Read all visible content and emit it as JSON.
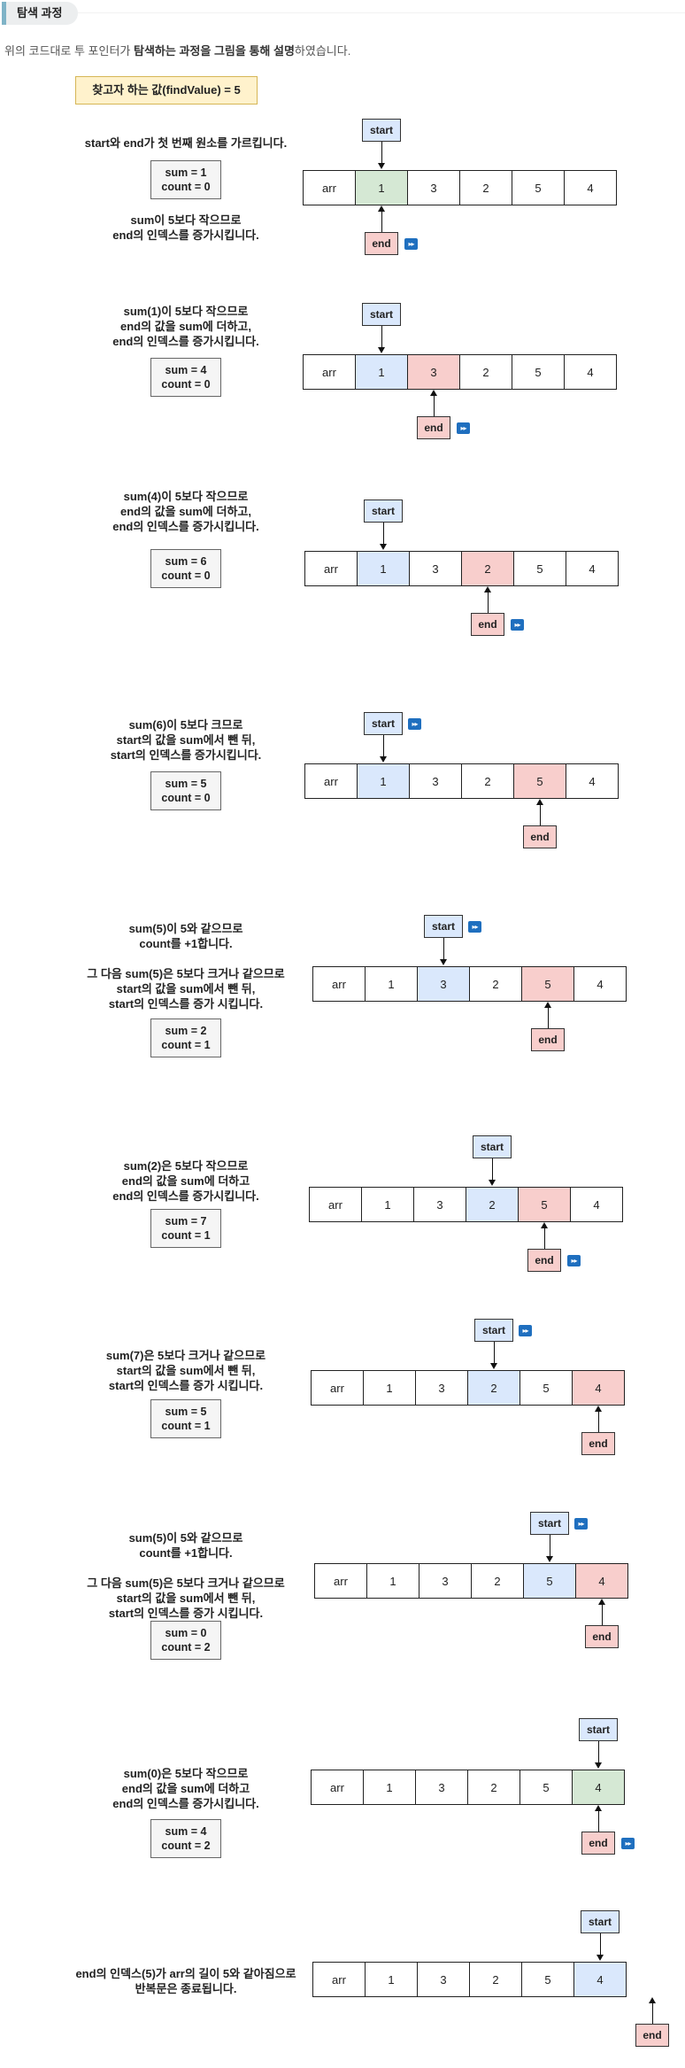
{
  "heading": "탐색 과정",
  "intro": {
    "pre": "위의 코드대로 투 포인터가 ",
    "bold": "탐색하는 과정을 그림을 통해 설명",
    "post": "하였습니다."
  },
  "find_value": "찾고자 하는 값(findValue) = 5",
  "labels": {
    "start": "start",
    "end": "end",
    "arr": "arr",
    "fast_forward_icon": "▸▸"
  },
  "colors": {
    "start_fill": "#dae8fc",
    "end_fill": "#f8cecc",
    "both_fill": "#d5e8d4",
    "note_fill": "#fff2cc",
    "icon": "#1f6fbf"
  },
  "array": [
    "1",
    "3",
    "2",
    "5",
    "4"
  ],
  "steps": [
    {
      "lines_top": [
        "start와 end가 첫 번째 원소를 가르킵니다."
      ],
      "sum": "sum = 1",
      "count": "count = 0",
      "lines_bottom": [
        "sum이 5보다 작으므로",
        "end의 인덱스를 증가시킵니다."
      ],
      "start_index": 0,
      "end_index": 0,
      "icon": "end"
    },
    {
      "lines_top": [
        "sum(1)이 5보다 작으므로",
        "end의 값을 sum에 더하고,",
        "end의 인덱스를 증가시킵니다."
      ],
      "sum": "sum = 4",
      "count": "count = 0",
      "lines_bottom": [],
      "start_index": 0,
      "end_index": 1,
      "icon": "end"
    },
    {
      "lines_top": [
        "sum(4)이 5보다 작으므로",
        "end의 값을 sum에 더하고,",
        "end의 인덱스를 증가시킵니다."
      ],
      "sum": "sum = 6",
      "count": "count = 0",
      "lines_bottom": [],
      "start_index": 0,
      "end_index": 2,
      "icon": "end"
    },
    {
      "lines_top": [
        "sum(6)이 5보다 크므로",
        "start의 값을 sum에서 뺀 뒤,",
        "start의 인덱스를 증가시킵니다."
      ],
      "sum": "sum = 5",
      "count": "count = 0",
      "lines_bottom": [],
      "start_index": 0,
      "end_index": 3,
      "icon": "start"
    },
    {
      "lines_top": [
        "sum(5)이 5와 같으므로",
        "count를 +1합니다.",
        "",
        "그 다음 sum(5)은 5보다 크거나 같으므로",
        "start의 값을 sum에서 뺀 뒤,",
        "start의 인덱스를 증가 시킵니다."
      ],
      "sum": "sum = 2",
      "count": "count = 1",
      "lines_bottom": [],
      "start_index": 1,
      "end_index": 3,
      "icon": "start"
    },
    {
      "lines_top": [
        "sum(2)은 5보다 작으므로",
        "end의 값을 sum에 더하고",
        "end의 인덱스를 증가시킵니다."
      ],
      "sum": "sum = 7",
      "count": "count = 1",
      "lines_bottom": [],
      "start_index": 2,
      "end_index": 3,
      "icon": "end"
    },
    {
      "lines_top": [
        "sum(7)은 5보다 크거나 같으므로",
        "start의 값을 sum에서 뺀 뒤,",
        "start의 인덱스를 증가 시킵니다."
      ],
      "sum": "sum = 5",
      "count": "count = 1",
      "lines_bottom": [],
      "start_index": 2,
      "end_index": 4,
      "icon": "start"
    },
    {
      "lines_top": [
        "sum(5)이 5와 같으므로",
        "count를 +1합니다.",
        "",
        "그 다음 sum(5)은 5보다 크거나 같으므로",
        "start의 값을 sum에서 뺀 뒤,",
        "start의 인덱스를 증가 시킵니다."
      ],
      "sum": "sum = 0",
      "count": "count = 2",
      "lines_bottom": [],
      "start_index": 3,
      "end_index": 4,
      "icon": "start"
    },
    {
      "lines_top": [
        "sum(0)은 5보다 작으므로",
        "end의 값을 sum에 더하고",
        "end의 인덱스를 증가시킵니다."
      ],
      "sum": "sum = 4",
      "count": "count = 2",
      "lines_bottom": [],
      "start_index": 4,
      "end_index": 4,
      "icon": "end"
    },
    {
      "lines_top": [
        "end의 인덱스(5)가 arr의 길이 5와 같아짐으로",
        "반복문은 종료됩니다."
      ],
      "sum": "",
      "count": "",
      "lines_bottom": [],
      "start_index": 4,
      "end_index": 5,
      "icon": "none"
    }
  ]
}
